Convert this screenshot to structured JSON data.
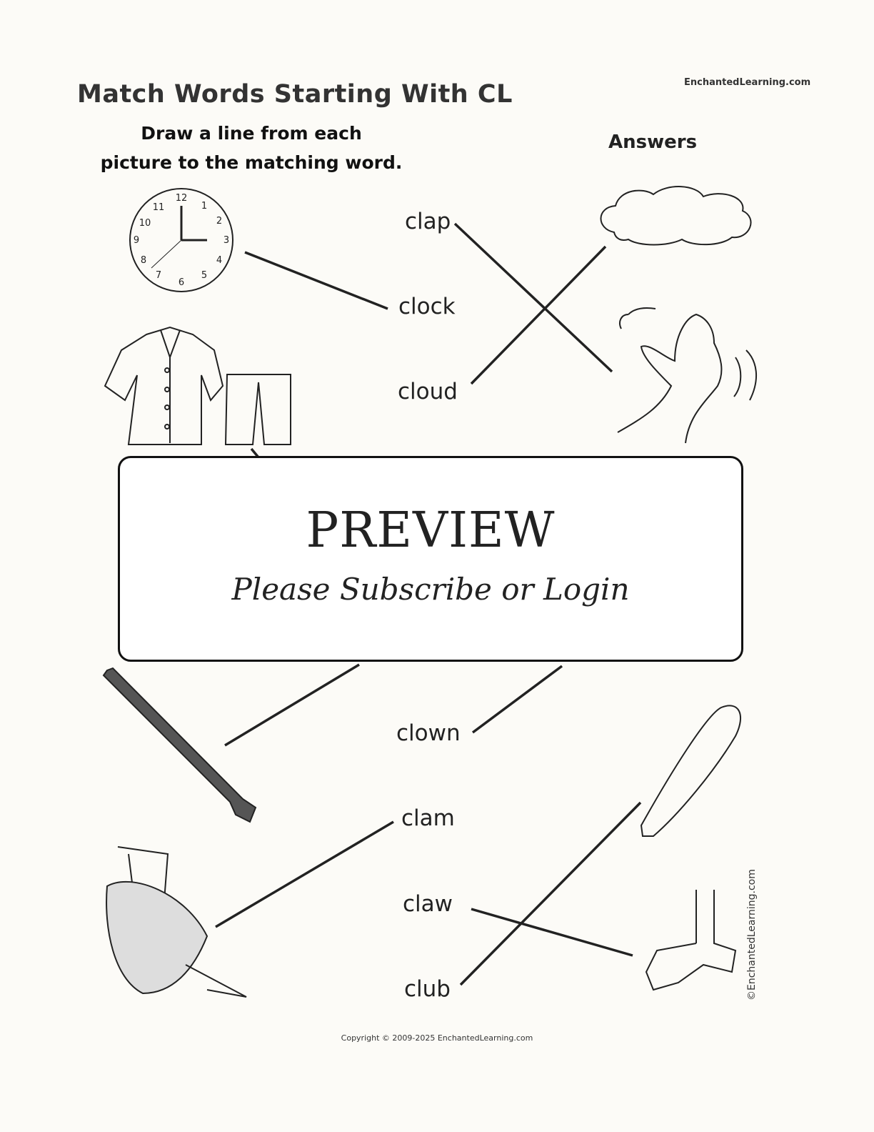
{
  "header": {
    "title": "Match Words Starting With CL",
    "site": "EnchantedLearning.com"
  },
  "instructions": {
    "line1": "Draw a line from each",
    "line2": "picture to the matching word."
  },
  "answers_label": "Answers",
  "words": [
    "clap",
    "clock",
    "cloud",
    "clown",
    "clam",
    "claw",
    "club"
  ],
  "overlay": {
    "title": "PREVIEW",
    "subtitle": "Please Subscribe or Login"
  },
  "footer": {
    "copyright": "Copyright © 2009-2025 EnchantedLearning.com",
    "side_mark": "©EnchantedLearning.com"
  }
}
